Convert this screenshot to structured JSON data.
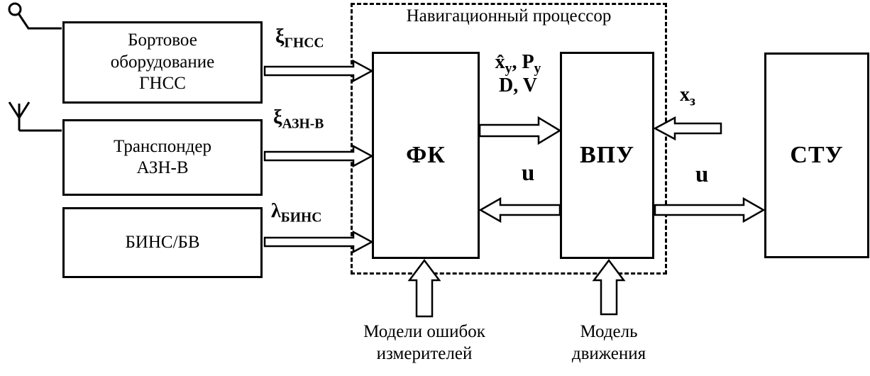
{
  "processor": {
    "label": "Навигационный процессор"
  },
  "blocks": {
    "gnss": [
      "Бортовое",
      "оборудование",
      "ГНСС"
    ],
    "transponder": [
      "Транспондер",
      "АЗН-В"
    ],
    "bins": "БИНС/БВ",
    "fk": "ФК",
    "vpu": "ВПУ",
    "stu": "СТУ"
  },
  "signals": {
    "gnss": {
      "symbol": "ξ",
      "sub": "ГНСС"
    },
    "azn": {
      "symbol": "ξ",
      "sub": "АЗН-В"
    },
    "bins": {
      "symbol": "λ",
      "sub": "БИНС"
    },
    "fk_out_a": {
      "symbol": "x̂",
      "sub": "у"
    },
    "fk_out_b": {
      "symbol": ", P",
      "sub": "у"
    },
    "fk_out_line2": "D, V",
    "u_fk": "u",
    "u_stu": "u",
    "xz": {
      "symbol": "x",
      "sub": "з"
    }
  },
  "annotations": {
    "fk_model": [
      "Модели ошибок",
      "измерителей"
    ],
    "vpu_model": [
      "Модель",
      "движения"
    ]
  },
  "colors": {
    "line": "#000000",
    "background": "#ffffff"
  }
}
